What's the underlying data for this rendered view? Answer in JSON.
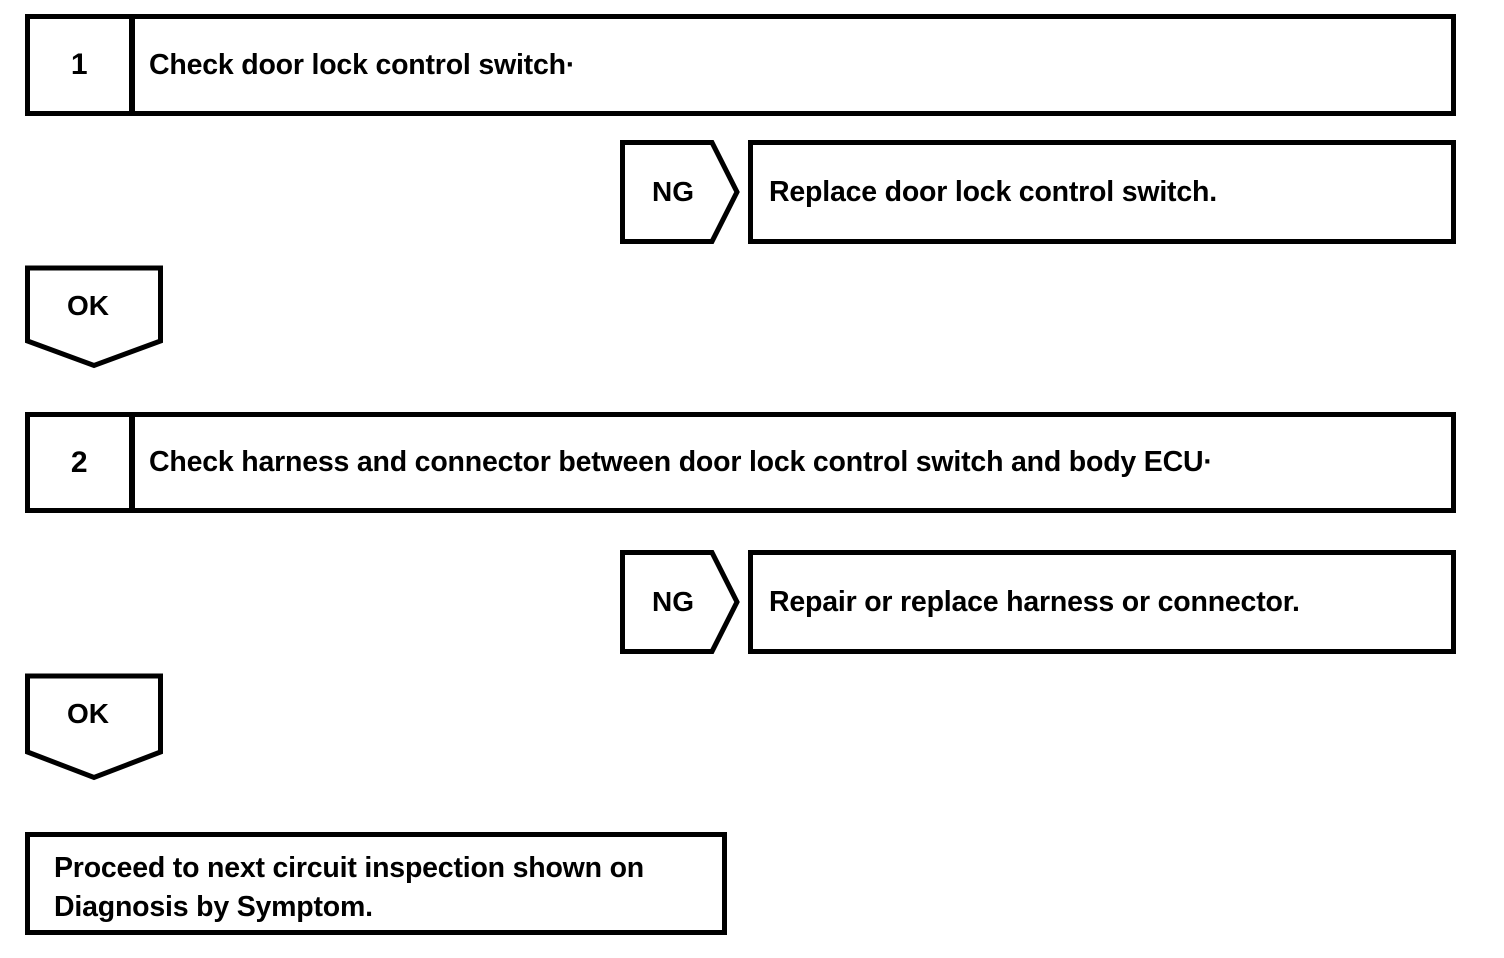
{
  "diagram": {
    "type": "troubleshooting-flowchart",
    "background_color": "#ffffff",
    "line_color": "#000000",
    "steps": [
      {
        "number": "1",
        "text": "Check door lock control switch·",
        "ng": {
          "label": "NG",
          "action": "Replace door lock control switch."
        },
        "ok": {
          "label": "OK"
        }
      },
      {
        "number": "2",
        "text": "Check harness and connector between door lock control switch and body ECU·",
        "ng": {
          "label": "NG",
          "action": "Repair or replace harness or connector."
        },
        "ok": {
          "label": "OK"
        }
      }
    ],
    "terminal": {
      "line1": "Proceed to next circuit inspection shown on",
      "line2": "Diagnosis by Symptom."
    }
  }
}
